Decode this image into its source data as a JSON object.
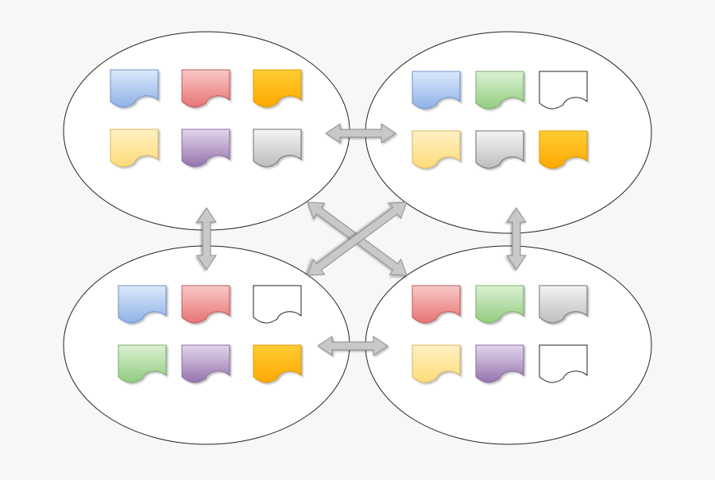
{
  "palette": {
    "blue": {
      "top": "#dbe8fb",
      "bottom": "#8fb2e6",
      "stroke": "#6d93cc"
    },
    "red": {
      "top": "#f8c8c8",
      "bottom": "#e87474",
      "stroke": "#c25555"
    },
    "orange": {
      "top": "#ffcc33",
      "bottom": "#ffa800",
      "stroke": "#d89a00"
    },
    "yellow": {
      "top": "#fff0c4",
      "bottom": "#ffdc7a",
      "stroke": "#d8b660"
    },
    "purple": {
      "top": "#e2d6ea",
      "bottom": "#9574ad",
      "stroke": "#8a6aa2"
    },
    "gray": {
      "top": "#f4f4f4",
      "bottom": "#bdbdbd",
      "stroke": "#6e6e6e"
    },
    "green": {
      "top": "#dcf0d4",
      "bottom": "#92cc7e",
      "stroke": "#77ad66"
    },
    "white": {
      "top": "#ffffff",
      "bottom": "#ffffff",
      "stroke": "#222222"
    }
  },
  "groups": [
    {
      "name": "top-left",
      "documents": [
        "blue",
        "red",
        "orange",
        "yellow",
        "purple",
        "gray"
      ]
    },
    {
      "name": "top-right",
      "documents": [
        "blue",
        "green",
        "white",
        "yellow",
        "gray",
        "orange"
      ]
    },
    {
      "name": "bottom-left",
      "documents": [
        "blue",
        "red",
        "white",
        "green",
        "purple",
        "orange"
      ]
    },
    {
      "name": "bottom-right",
      "documents": [
        "red",
        "green",
        "gray",
        "yellow",
        "purple",
        "white"
      ]
    }
  ],
  "connections": [
    {
      "from": "top-left",
      "to": "top-right",
      "type": "bidirectional"
    },
    {
      "from": "bottom-left",
      "to": "bottom-right",
      "type": "bidirectional"
    },
    {
      "from": "top-left",
      "to": "bottom-left",
      "type": "bidirectional"
    },
    {
      "from": "top-right",
      "to": "bottom-right",
      "type": "bidirectional"
    },
    {
      "from": "top-left",
      "to": "bottom-right",
      "type": "bidirectional"
    },
    {
      "from": "top-right",
      "to": "bottom-left",
      "type": "bidirectional"
    }
  ],
  "arrow_color": "#c8c8c8"
}
